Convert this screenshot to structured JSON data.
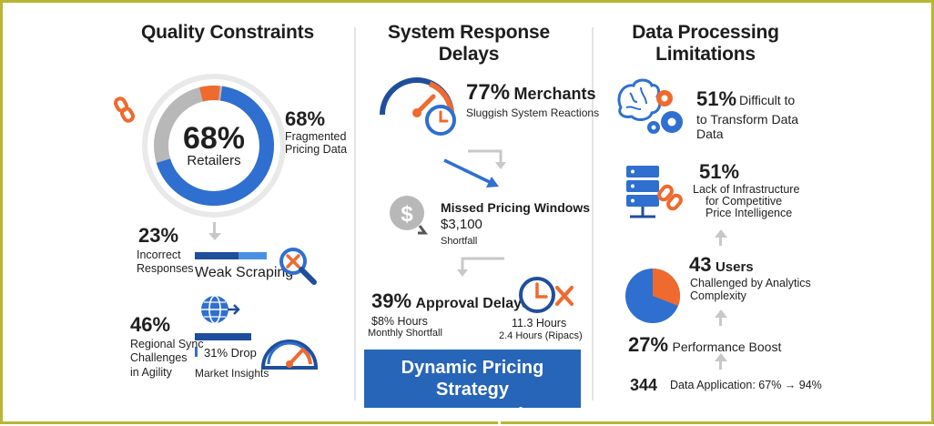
{
  "columns": {
    "quality": {
      "title": "Quality Constraints",
      "donut_percent": "68%",
      "donut_label": "Retailers",
      "stat1_percent": "68%",
      "stat1_line1": "Fragmented",
      "stat1_line2": "Pricing Data",
      "stat2_percent": "23%",
      "stat2_line1": "Incorrect",
      "stat2_line2": "Responses",
      "weak_scraping": "Weak Scraping",
      "stat3_percent": "46%",
      "stat3_line1": "Regional Sync",
      "stat3_line2": "Challenges",
      "stat3_line3": "in Agility",
      "drop_label": "31% Drop",
      "market_insights": "Market Insights"
    },
    "system": {
      "title": "System Response Delays",
      "merchants_percent": "77%",
      "merchants_label": "Merchants",
      "merchants_sub": "Sluggish System Reactions",
      "missed_title": "Missed Pricing Windows",
      "missed_amount": "$3,100",
      "missed_sub": "Shortfall",
      "approval_percent": "39%",
      "approval_label": "Approval Delays",
      "hours_left": "$8% Hours",
      "monthly_shortfall": "Monthly Shortfall",
      "hours_right": "11.3 Hours",
      "hours_right_sub": "2.4 Hours (Ripacs)",
      "banner_line1": "Dynamic Pricing Strategy",
      "banner_line2": "USA UK Spain"
    },
    "data": {
      "title_line1": "Data Processing",
      "title_line2": "Limitations",
      "stat1_percent": "51%",
      "stat1_line1": "Difficult to",
      "stat1_line2": "to Transform Data",
      "stat1_line3": "Data",
      "stat2_percent": "51%",
      "stat2_line1": "Lack of Infrastructure",
      "stat2_line2": "for Competitive",
      "stat2_line3": "Price Intelligence",
      "users_count": "43",
      "users_label": "Users",
      "users_line1": "Challenged by Analytics",
      "users_line2": "Complexity",
      "boost_percent": "27%",
      "boost_label": "Performance Boost",
      "app_count": "344",
      "app_label": "Data Application: 67% → 94%"
    }
  },
  "colors": {
    "blue": "#2f6fd0",
    "dark_blue": "#1f4f9c",
    "orange": "#ef6a2f",
    "gray": "#b6b6b6",
    "border": "#b9b632",
    "banner": "#2765b8"
  }
}
